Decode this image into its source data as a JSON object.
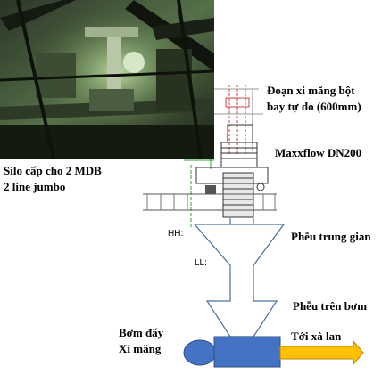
{
  "labels": {
    "free_fall_line1": "Đoạn xi măng bột",
    "free_fall_line2": "bay tự do (600mm)",
    "maxxflow": "Maxxflow DN200",
    "silo_line1": "Silo cấp cho 2 MDB",
    "silo_line2": "2 line jumbo",
    "hh": "HH:",
    "ll": "LL:",
    "intermediate_hopper": "Phễu trung gian",
    "pump_hopper": "Phễu trên bơm",
    "pump_line1": "Bơm đẩy",
    "pump_line2": "Xi măng",
    "to_barge": "Tới xà lan"
  },
  "colors": {
    "pump_blue": "#4472c4",
    "arrow_yellow": "#ffc000",
    "outline_dark": "#2f4f7f",
    "hopper_line": "#4a6fa5"
  }
}
